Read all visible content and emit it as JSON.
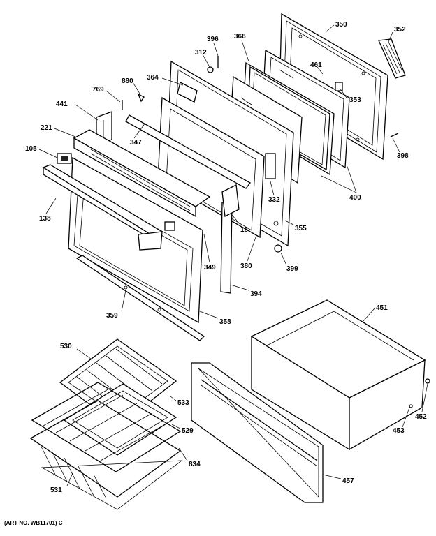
{
  "parts": [
    {
      "id": "p350",
      "num": "350"
    },
    {
      "id": "p352",
      "num": "352"
    },
    {
      "id": "p396",
      "num": "396"
    },
    {
      "id": "p366",
      "num": "366"
    },
    {
      "id": "p312",
      "num": "312"
    },
    {
      "id": "p461",
      "num": "461"
    },
    {
      "id": "p364",
      "num": "364"
    },
    {
      "id": "p353",
      "num": "353"
    },
    {
      "id": "p880",
      "num": "880"
    },
    {
      "id": "p769",
      "num": "769"
    },
    {
      "id": "p441",
      "num": "441"
    },
    {
      "id": "p221",
      "num": "221"
    },
    {
      "id": "p347",
      "num": "347"
    },
    {
      "id": "p398",
      "num": "398"
    },
    {
      "id": "p105",
      "num": "105"
    },
    {
      "id": "p400",
      "num": "400"
    },
    {
      "id": "p332",
      "num": "332"
    },
    {
      "id": "p138",
      "num": "138"
    },
    {
      "id": "p18",
      "num": "18"
    },
    {
      "id": "p355",
      "num": "355"
    },
    {
      "id": "p349",
      "num": "349"
    },
    {
      "id": "p380",
      "num": "380"
    },
    {
      "id": "p399",
      "num": "399"
    },
    {
      "id": "p394",
      "num": "394"
    },
    {
      "id": "p359",
      "num": "359"
    },
    {
      "id": "p358",
      "num": "358"
    },
    {
      "id": "p451",
      "num": "451"
    },
    {
      "id": "p530",
      "num": "530"
    },
    {
      "id": "p533",
      "num": "533"
    },
    {
      "id": "p529",
      "num": "529"
    },
    {
      "id": "p834",
      "num": "834"
    },
    {
      "id": "p452",
      "num": "452"
    },
    {
      "id": "p453",
      "num": "453"
    },
    {
      "id": "p531",
      "num": "531"
    },
    {
      "id": "p457",
      "num": "457"
    }
  ],
  "art_number": "(ART NO. WB11701) C"
}
